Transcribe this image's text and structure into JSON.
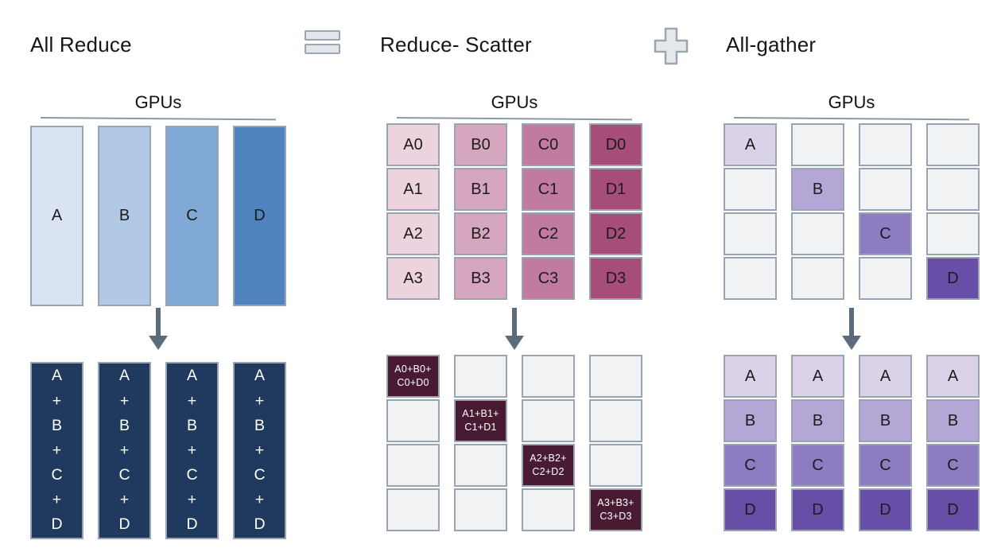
{
  "header": {
    "all_reduce_label": "All Reduce",
    "reduce_scatter_label": "Reduce- Scatter",
    "all_gather_label": "All-gather",
    "equals_icon": "equals-icon",
    "plus_icon": "plus-icon"
  },
  "colors": {
    "blue_light": "#d9e3f1",
    "blue_mid1": "#b2c9e5",
    "blue_mid2": "#80a8d4",
    "blue_dark": "#4e83c0",
    "navy": "#1f3a5e",
    "pink_light": "#ecd3de",
    "pink_mid1": "#d5a6bd",
    "pink_mid2": "#c27ba0",
    "pink_dark": "#a64d79",
    "maroon_dark": "#491b33",
    "purple_light": "#d9d2e9",
    "purple_mid1": "#b4a7d6",
    "purple_mid2": "#8e7cc3",
    "purple_dark": "#674ea7",
    "empty_cell": "#f1f2f3",
    "cell_border": "#98a4b2",
    "arrow": "#5d6c7c",
    "text_dark": "#1c1c1c",
    "text_light": "#ffffff"
  },
  "icons": {
    "equals": "equals-icon",
    "plus": "plus-icon",
    "down_arrow": "down-arrow-icon"
  },
  "panels": [
    {
      "id": "all-reduce",
      "gpus_label": "GPUs",
      "top_cols": [
        [
          {
            "t": "A",
            "bg": "#d9e3f1"
          }
        ],
        [
          {
            "t": "B",
            "bg": "#b2c9e5"
          }
        ],
        [
          {
            "t": "C",
            "bg": "#80a8d4"
          }
        ],
        [
          {
            "t": "D",
            "bg": "#4e83c0"
          }
        ]
      ],
      "bottom_cols": [
        [
          {
            "t": "A\n+\nB\n+\nC\n+\nD",
            "bg": "#1f3a5e",
            "fg": "#ffffff"
          }
        ],
        [
          {
            "t": "A\n+\nB\n+\nC\n+\nD",
            "bg": "#1f3a5e",
            "fg": "#ffffff"
          }
        ],
        [
          {
            "t": "A\n+\nB\n+\nC\n+\nD",
            "bg": "#1f3a5e",
            "fg": "#ffffff"
          }
        ],
        [
          {
            "t": "A\n+\nB\n+\nC\n+\nD",
            "bg": "#1f3a5e",
            "fg": "#ffffff"
          }
        ]
      ]
    },
    {
      "id": "reduce-scatter",
      "gpus_label": "GPUs",
      "top_cols": [
        [
          {
            "t": "A0",
            "bg": "#ecd3de"
          },
          {
            "t": "A1",
            "bg": "#ecd3de"
          },
          {
            "t": "A2",
            "bg": "#ecd3de"
          },
          {
            "t": "A3",
            "bg": "#ecd3de"
          }
        ],
        [
          {
            "t": "B0",
            "bg": "#d5a6bd"
          },
          {
            "t": "B1",
            "bg": "#d5a6bd"
          },
          {
            "t": "B2",
            "bg": "#d5a6bd"
          },
          {
            "t": "B3",
            "bg": "#d5a6bd"
          }
        ],
        [
          {
            "t": "C0",
            "bg": "#c27ba0"
          },
          {
            "t": "C1",
            "bg": "#c27ba0"
          },
          {
            "t": "C2",
            "bg": "#c27ba0"
          },
          {
            "t": "C3",
            "bg": "#c27ba0"
          }
        ],
        [
          {
            "t": "D0",
            "bg": "#a64d79"
          },
          {
            "t": "D1",
            "bg": "#a64d79"
          },
          {
            "t": "D2",
            "bg": "#a64d79"
          },
          {
            "t": "D3",
            "bg": "#a64d79"
          }
        ]
      ],
      "bottom_cols": [
        [
          {
            "t": "A0+B0+\nC0+D0",
            "bg": "#491b33",
            "fg": "#ffffff",
            "cls": "sum-small"
          },
          {
            "t": ""
          },
          {
            "t": ""
          },
          {
            "t": ""
          }
        ],
        [
          {
            "t": ""
          },
          {
            "t": "A1+B1+\nC1+D1",
            "bg": "#491b33",
            "fg": "#ffffff",
            "cls": "sum-small"
          },
          {
            "t": ""
          },
          {
            "t": ""
          }
        ],
        [
          {
            "t": ""
          },
          {
            "t": ""
          },
          {
            "t": "A2+B2+\nC2+D2",
            "bg": "#491b33",
            "fg": "#ffffff",
            "cls": "sum-small"
          },
          {
            "t": ""
          }
        ],
        [
          {
            "t": ""
          },
          {
            "t": ""
          },
          {
            "t": ""
          },
          {
            "t": "A3+B3+\nC3+D3",
            "bg": "#491b33",
            "fg": "#ffffff",
            "cls": "sum-small"
          }
        ]
      ]
    },
    {
      "id": "all-gather",
      "gpus_label": "GPUs",
      "top_cols": [
        [
          {
            "t": "A",
            "bg": "#d9d2e9"
          },
          {
            "t": ""
          },
          {
            "t": ""
          },
          {
            "t": ""
          }
        ],
        [
          {
            "t": ""
          },
          {
            "t": "B",
            "bg": "#b4a7d6"
          },
          {
            "t": ""
          },
          {
            "t": ""
          }
        ],
        [
          {
            "t": ""
          },
          {
            "t": ""
          },
          {
            "t": "C",
            "bg": "#8e7cc3"
          },
          {
            "t": ""
          }
        ],
        [
          {
            "t": ""
          },
          {
            "t": ""
          },
          {
            "t": ""
          },
          {
            "t": "D",
            "bg": "#674ea7"
          }
        ]
      ],
      "bottom_cols": [
        [
          {
            "t": "A",
            "bg": "#d9d2e9"
          },
          {
            "t": "B",
            "bg": "#b4a7d6"
          },
          {
            "t": "C",
            "bg": "#8e7cc3"
          },
          {
            "t": "D",
            "bg": "#674ea7"
          }
        ],
        [
          {
            "t": "A",
            "bg": "#d9d2e9"
          },
          {
            "t": "B",
            "bg": "#b4a7d6"
          },
          {
            "t": "C",
            "bg": "#8e7cc3"
          },
          {
            "t": "D",
            "bg": "#674ea7"
          }
        ],
        [
          {
            "t": "A",
            "bg": "#d9d2e9"
          },
          {
            "t": "B",
            "bg": "#b4a7d6"
          },
          {
            "t": "C",
            "bg": "#8e7cc3"
          },
          {
            "t": "D",
            "bg": "#674ea7"
          }
        ],
        [
          {
            "t": "A",
            "bg": "#d9d2e9"
          },
          {
            "t": "B",
            "bg": "#b4a7d6"
          },
          {
            "t": "C",
            "bg": "#8e7cc3"
          },
          {
            "t": "D",
            "bg": "#674ea7"
          }
        ]
      ]
    }
  ]
}
